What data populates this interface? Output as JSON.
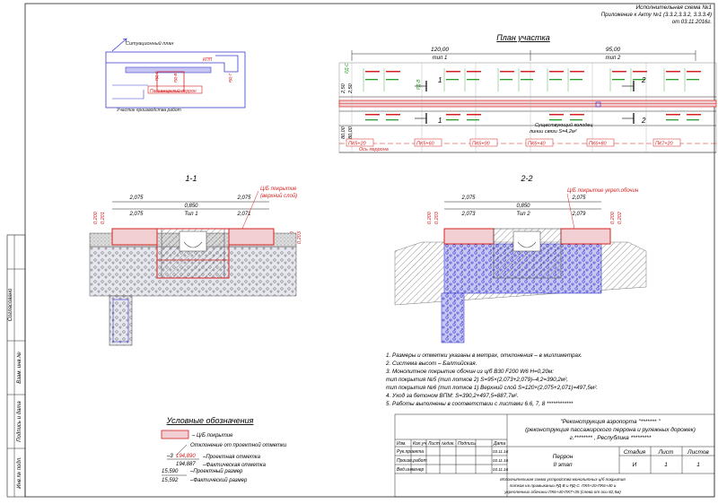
{
  "header": {
    "line1": "Исполнительная схема №1",
    "line2": "Приложение к Акту №1 (3.3.2,3.3.2, 3.3.3.4)",
    "line3": "от 03.11.2016г."
  },
  "situational_plan": {
    "title": "Ситуационный план",
    "label_kpp": "КПП",
    "label_rd": "РД-С",
    "label_rdb": "РД-В",
    "label_rd7": "РД-7",
    "label_perron": "Пассажирский перрон",
    "label_work": "Участок производства работ"
  },
  "site_plan": {
    "title": "План участка",
    "dim_120": "120,00",
    "type1": "тип 1",
    "dim_95": "95,00",
    "type2": "тип 2",
    "dim_250a": "2,50",
    "dim_250b": "2,50",
    "dim_80a": "80,00",
    "dim_80b": "80,00",
    "rd_label": "РД-В",
    "rd_label2": "РД-С",
    "section1": "1",
    "section2": "2",
    "well_label": "Существующий колодец",
    "comm_line": "линии связи S=4,2м²",
    "pk": [
      "ПК5+20",
      "ПК5+60",
      "ПК6+00",
      "ПК6+40",
      "ПК6+80",
      "ПК7+20"
    ],
    "axis": "Ось перрона"
  },
  "section_1": {
    "title": "1-1",
    "dims_top": [
      "2,075",
      "0,850",
      "2,075"
    ],
    "dims_bottom": [
      "2,075",
      "Тип 1",
      "2,071"
    ],
    "cover_label": "Ц/Б покрытие",
    "cover_sub": "(верхний слой)",
    "left_vert": [
      "0,200",
      "0,201"
    ],
    "right_vert": [
      "0,200",
      "0,203"
    ]
  },
  "section_2": {
    "title": "2-2",
    "dims_top": [
      "2,075",
      "0,850",
      "2,075"
    ],
    "dims_bottom": [
      "2,073",
      "Тип 2",
      "2,079"
    ],
    "cover_label": "Ц/Б покрытие укреп.обочин",
    "left_vert": [
      "0,200",
      "0,203"
    ],
    "right_vert": [
      "0,200",
      "0,202"
    ]
  },
  "notes": [
    "1.    Размеры и отметки указаны в метрах, отклонения – в миллиметрах.",
    "2.    Система высот – Балтийская.",
    "3.    Монолитное покрытие обочин из ц/б В30 F200 W6 H=0,20м:",
    "       тип покрытия №5 (тип лотков 2) S=95×(2,073+2,079)–4,2=390,2м²,",
    "       тип покрытия №6 (тип лотков 1) Верхний слой S=120×(2,075+2,071)=497,5м².",
    "4.    Уход за бетоном ВПМ:  S=390,2+497,5=887,7м².",
    "5.    Работы выполнены в соответствии с листами 6.6, 7, 8 ************"
  ],
  "legend": {
    "title": "Условные обозначения",
    "cover": "– Ц/Б покрытие",
    "deviation": "Отклонение от проектной отметки",
    "dev_value": "–3",
    "proj_elev": "194,890",
    "fact_elev": "194,887",
    "proj_elev_label": "–Проектная отметка",
    "fact_elev_label": "–Фактическая отметка",
    "proj_size": "15,590",
    "fact_size": "15,592",
    "proj_size_label": "–Проектный размер",
    "fact_size_label": "–Фактический размер"
  },
  "title_block": {
    "project_line1": "\"Реконструкция аэропорта \"******* \"",
    "project_line2": "(реконструкция пассажирского перрона и рулежных дорожек)",
    "project_line3": "г.********  , Республика *********",
    "headers": [
      "Изм.",
      "Кол.уч",
      "Лист",
      "№док.",
      "Подпись",
      "Дата"
    ],
    "roles": [
      "Рук.проекта",
      "Произв.работ",
      "Вед.инженер"
    ],
    "dates": [
      "03.11.16",
      "03.11.16",
      "03.11.16"
    ],
    "object": "Перрон",
    "object_sub": "II этап",
    "stage_h": "Стадия",
    "sheet_h": "Лист",
    "sheets_h": "Листов",
    "stage": "И",
    "sheet": "1",
    "sheets": "1",
    "desc1": "Исполнительная схема устройства монолитных ц/б покрытия",
    "desc2": "лотков на примыкании РД-В и РД-С. ПК5+20-ПК6+40 и",
    "desc3": "укрепленных обочины ПК6+40-ПК7+35 (слева от оси 82,5м)"
  },
  "side_stamp": [
    "Согласовано",
    "Взам. инв.№",
    "Подпись и дата",
    "Инв.№ подл."
  ],
  "colors": {
    "red": "#d42020",
    "blue": "#3a3ad0",
    "green": "#2a9a2a",
    "line": "#222222",
    "fill_pink": "#f2cfd2",
    "fill_blue": "#b8b8f0"
  }
}
